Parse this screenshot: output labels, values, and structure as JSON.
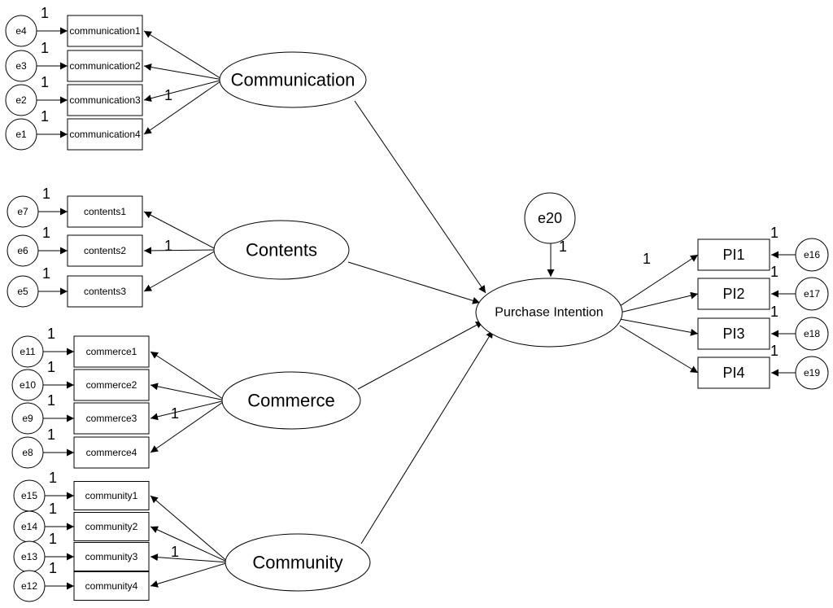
{
  "diagram": {
    "latent": {
      "communication": "Communication",
      "contents": "Contents",
      "commerce": "Commerce",
      "community": "Community",
      "purchase_intention": "Purchase Intention"
    },
    "indicators": {
      "communication": [
        "communication1",
        "communication2",
        "communication3",
        "communication4"
      ],
      "contents": [
        "contents1",
        "contents2",
        "contents3"
      ],
      "commerce": [
        "commerce1",
        "commerce2",
        "commerce3",
        "commerce4"
      ],
      "community": [
        "community1",
        "community2",
        "community3",
        "community4"
      ],
      "pi": [
        "PI1",
        "PI2",
        "PI3",
        "PI4"
      ]
    },
    "errors": {
      "communication": [
        "e4",
        "e3",
        "e2",
        "e1"
      ],
      "contents": [
        "e7",
        "e6",
        "e5"
      ],
      "commerce": [
        "e11",
        "e10",
        "e9",
        "e8"
      ],
      "community": [
        "e15",
        "e14",
        "e13",
        "e12"
      ],
      "pi": [
        "e16",
        "e17",
        "e18",
        "e19"
      ],
      "structural": "e20"
    },
    "fixed_weight_label": "1"
  }
}
